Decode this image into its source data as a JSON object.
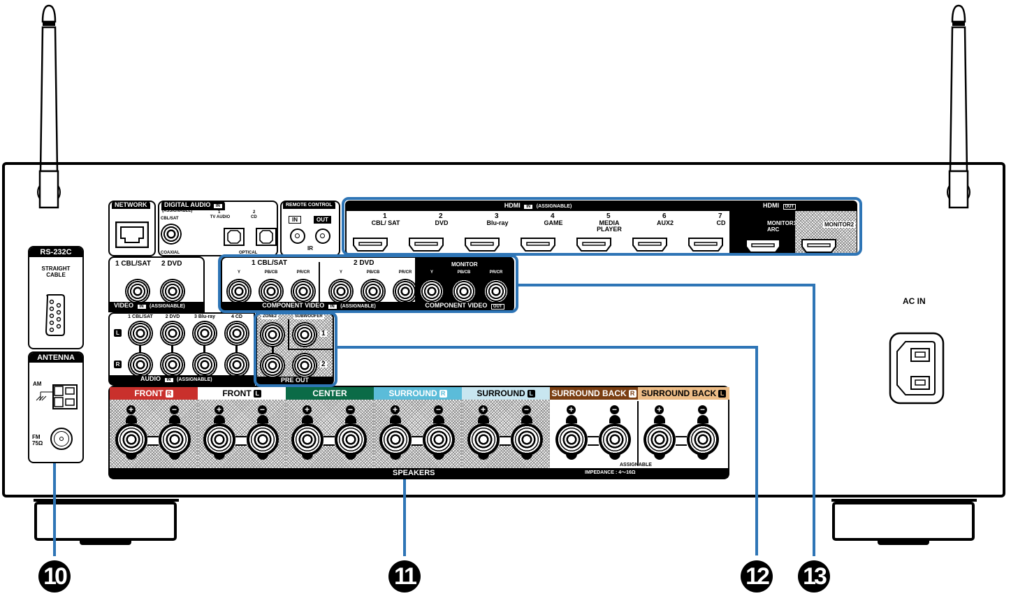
{
  "panels": {
    "network": {
      "title": "NETWORK"
    },
    "digital_audio": {
      "title": "DIGITAL AUDIO",
      "in_badge": "IN",
      "assignable": "(ASSIGNABLE)",
      "coaxial_input": "CBL/SAT",
      "coaxial_label": "COAXIAL",
      "optical_inputs": [
        {
          "number": "1",
          "name": "TV AUDIO"
        },
        {
          "number": "2",
          "name": "CD"
        }
      ],
      "optical_label": "OPTICAL"
    },
    "remote_control": {
      "title": "REMOTE CONTROL",
      "in_label": "IN",
      "out_label": "OUT",
      "ir_label": "IR"
    },
    "hdmi_in": {
      "title": "HDMI",
      "in_badge": "IN",
      "assignable": "(ASSIGNABLE)",
      "inputs": [
        {
          "number": "1",
          "name": "CBL/ SAT"
        },
        {
          "number": "2",
          "name": "DVD"
        },
        {
          "number": "3",
          "name": "Blu-ray"
        },
        {
          "number": "4",
          "name": "GAME"
        },
        {
          "number": "5",
          "name": "MEDIA PLAYER"
        },
        {
          "number": "6",
          "name": "AUX2"
        },
        {
          "number": "7",
          "name": "CD"
        }
      ]
    },
    "hdmi_out": {
      "title": "HDMI",
      "out_badge": "OUT",
      "monitor1": "MONITOR1 ARC",
      "monitor2": "MONITOR2"
    },
    "rs232c": {
      "title": "RS-232C",
      "subtitle": "STRAIGHT CABLE"
    },
    "antenna": {
      "title": "ANTENNA",
      "am": "AM",
      "fm": "FM 75Ω"
    },
    "video_in": {
      "inputs": [
        "1 CBL/SAT",
        "2 DVD"
      ],
      "footer": "VIDEO",
      "in_badge": "IN",
      "assignable": "(ASSIGNABLE)"
    },
    "component_in": {
      "groups": [
        {
          "name": "1 CBL/SAT",
          "jacks": [
            "Y",
            "PB/CB",
            "PR/CR"
          ]
        },
        {
          "name": "2 DVD",
          "jacks": [
            "Y",
            "PB/CB",
            "PR/CR"
          ]
        }
      ],
      "footer": "COMPONENT VIDEO",
      "in_badge": "IN",
      "assignable": "(ASSIGNABLE)"
    },
    "component_out": {
      "group": "MONITOR",
      "jacks": [
        "Y",
        "PB/CB",
        "PR/CR"
      ],
      "footer": "COMPONENT VIDEO",
      "out_badge": "OUT"
    },
    "audio_in": {
      "inputs": [
        "1 CBL/SAT",
        "2 DVD",
        "3 Blu-ray",
        "4 CD"
      ],
      "left": "L",
      "right": "R",
      "footer": "AUDIO",
      "in_badge": "IN",
      "assignable": "(ASSIGNABLE)"
    },
    "pre_out": {
      "zone2": "ZONE2",
      "subwoofer": "SUBWOOFER",
      "sub1": "1",
      "sub2": "2",
      "footer": "PRE OUT"
    },
    "speakers": {
      "channels": [
        {
          "label": "FRONT",
          "side": "R",
          "color": "#c9302c",
          "text_color": "#ffffff"
        },
        {
          "label": "FRONT",
          "side": "L",
          "color": "#ffffff",
          "text_color": "#000000"
        },
        {
          "label": "CENTER",
          "color": "#0b6b47",
          "text_color": "#ffffff"
        },
        {
          "label": "SURROUND",
          "side": "R",
          "color": "#5bbcd9",
          "text_color": "#ffffff"
        },
        {
          "label": "SURROUND",
          "side": "L",
          "color": "#c8e6f0",
          "text_color": "#000000"
        },
        {
          "label": "SURROUND BACK",
          "side": "R",
          "color": "#7a3e12",
          "text_color": "#ffffff"
        },
        {
          "label": "SURROUND BACK",
          "side": "L",
          "color": "#edbd87",
          "text_color": "#000000"
        }
      ],
      "plus": "+",
      "minus": "−",
      "assignable": "ASSIGNABLE",
      "footer": "SPEAKERS",
      "impedance": "IMPEDANCE : 4～16Ω"
    },
    "ac_in": {
      "title": "AC IN"
    }
  },
  "callouts": [
    {
      "number": "10",
      "target": "ANTENNA"
    },
    {
      "number": "11",
      "target": "SPEAKERS"
    },
    {
      "number": "12",
      "target": "PRE OUT"
    },
    {
      "number": "13",
      "target": "COMPONENT VIDEO"
    }
  ],
  "highlight_color": "#2e75b6"
}
